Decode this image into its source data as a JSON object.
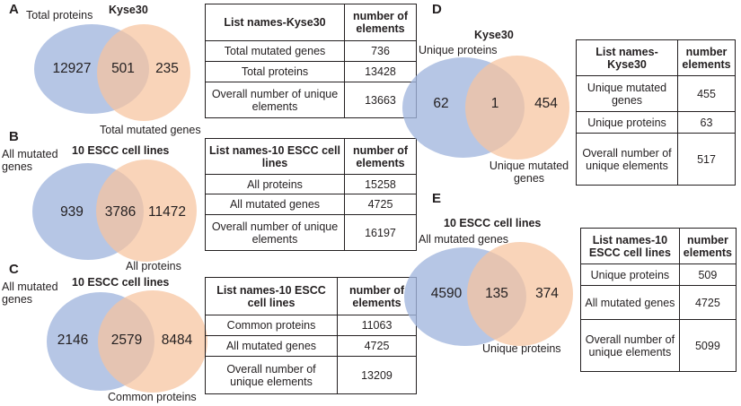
{
  "panels": [
    {
      "label": "A",
      "title": "Kyse30",
      "set1": "Total proteins",
      "set2": "Total mutated genes",
      "counts": {
        "only1": "12927",
        "both": "501",
        "only2": "235"
      },
      "table": {
        "header": [
          "List names-Kyse30",
          "number of elements"
        ],
        "rows": [
          [
            "Total mutated genes",
            "736"
          ],
          [
            "Total proteins",
            "13428"
          ],
          [
            "Overall number of unique elements",
            "13663"
          ]
        ]
      }
    },
    {
      "label": "B",
      "title": "10 ESCC cell lines",
      "set1": "All mutated genes",
      "set2": "All proteins",
      "counts": {
        "only1": "939",
        "both": "3786",
        "only2": "11472"
      },
      "table": {
        "header": [
          "List names-10 ESCC cell lines",
          "number of elements"
        ],
        "rows": [
          [
            "All proteins",
            "15258"
          ],
          [
            "All mutated genes",
            "4725"
          ],
          [
            "Overall number of unique elements",
            "16197"
          ]
        ]
      }
    },
    {
      "label": "C",
      "title": "10 ESCC cell lines",
      "set1": "All mutated genes",
      "set2": "Common proteins",
      "counts": {
        "only1": "2146",
        "both": "2579",
        "only2": "8484"
      },
      "table": {
        "header": [
          "List names-10 ESCC cell lines",
          "number of elements"
        ],
        "rows": [
          [
            "Common proteins",
            "11063"
          ],
          [
            "All mutated genes",
            "4725"
          ],
          [
            "Overall number of unique elements",
            "13209"
          ]
        ]
      }
    },
    {
      "label": "D",
      "title": "Kyse30",
      "set1": "Unique proteins",
      "set2": "Unique mutated genes",
      "counts": {
        "only1": "62",
        "both": "1",
        "only2": "454"
      },
      "table": {
        "header": [
          "List names-Kyse30",
          "number elements"
        ],
        "rows": [
          [
            "Unique mutated genes",
            "455"
          ],
          [
            "Unique proteins",
            "63"
          ],
          [
            "Overall number of unique elements",
            "517"
          ]
        ]
      }
    },
    {
      "label": "E",
      "title": "10 ESCC cell lines",
      "set1": "All mutated genes",
      "set2": "Unique proteins",
      "counts": {
        "only1": "4590",
        "both": "135",
        "only2": "374"
      },
      "table": {
        "header": [
          "List names-10 ESCC cell lines",
          "number elements"
        ],
        "rows": [
          [
            "Unique proteins",
            "509"
          ],
          [
            "All mutated genes",
            "4725"
          ],
          [
            "Overall number of unique elements",
            "5099"
          ]
        ]
      }
    }
  ],
  "colors": {
    "blue": "#a2b6de",
    "orange": "#f6c49e"
  }
}
